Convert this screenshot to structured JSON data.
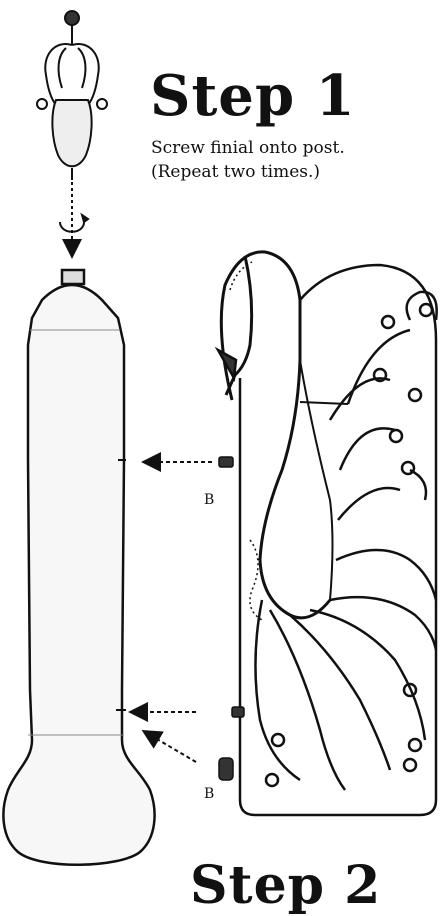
{
  "steps": [
    {
      "title": "Step 1",
      "instruction_lines": [
        "Screw finial onto post.",
        "(Repeat two times.)"
      ]
    },
    {
      "title": "Step 2"
    }
  ],
  "callouts": [
    "B",
    "B"
  ],
  "icons": {
    "finial": "finial-icon",
    "post": "post-icon",
    "panel": "swan-panel-icon",
    "screw": "screw-icon",
    "arrow": "dashed-arrow-icon",
    "rotate": "rotate-arrow-icon"
  },
  "colors": {
    "ink": "#111111",
    "background": "#ffffff"
  }
}
